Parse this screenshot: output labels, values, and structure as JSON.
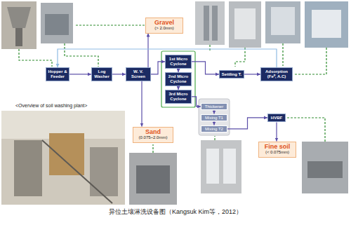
{
  "diagram": {
    "caption": "异位土壤淋洗设备图（Kangsuk Kim等，2012）",
    "nodes": [
      {
        "text": [
          "Gravel",
          "(> 2.0mm)"
        ]
      },
      {
        "text": [
          "Hopper & Feeder"
        ]
      },
      {
        "text": [
          "Log Washer"
        ]
      },
      {
        "text": [
          "W. V. Screen"
        ]
      },
      {
        "text": [
          "1st Micro Cyclone"
        ]
      },
      {
        "text": [
          "2nd Micro Cyclone"
        ]
      },
      {
        "text": [
          "3rd Micro Cyclone"
        ]
      },
      {
        "text": [
          "Settling T."
        ]
      },
      {
        "text": [
          "Adsorption (Fe⁰, A.C)"
        ]
      },
      {
        "text": [
          "Thickener"
        ]
      },
      {
        "text": [
          "Mixing T1"
        ]
      },
      {
        "text": [
          "Mixing T2"
        ]
      },
      {
        "text": [
          "HVBF"
        ]
      },
      {
        "text": [
          "Sand",
          "(0.075~2.0mm)"
        ]
      },
      {
        "text": [
          "Fine soil",
          "(< 0.075mm)"
        ]
      }
    ],
    "edges": [
      {
        "from": 1,
        "to": 2,
        "arrow": "to"
      },
      {
        "from": 2,
        "to": 3,
        "arrow": "to"
      },
      {
        "from": 3,
        "to": 0,
        "arrow": "to"
      },
      {
        "from": 3,
        "to": 13,
        "arrow": "to"
      },
      {
        "from": 3,
        "to": 4,
        "arrow": "to"
      },
      {
        "from": 4,
        "to": 5,
        "arrow": "to"
      },
      {
        "from": 5,
        "to": 6,
        "arrow": "to"
      },
      {
        "from": 4,
        "to": 7,
        "arrow": "to"
      },
      {
        "from": 6,
        "to": 9,
        "arrow": "to"
      },
      {
        "from": 9,
        "to": 10,
        "arrow": "to"
      },
      {
        "from": 10,
        "to": 11,
        "arrow": "to"
      },
      {
        "from": 11,
        "to": 12,
        "arrow": "to"
      },
      {
        "from": 7,
        "to": 8,
        "arrow": "to"
      },
      {
        "from": 12,
        "to": 14,
        "arrow": "to"
      },
      {
        "from": 8,
        "to": 1,
        "arrow": "to"
      }
    ],
    "labels": [
      "<Overview of soil washing plant>"
    ]
  }
}
